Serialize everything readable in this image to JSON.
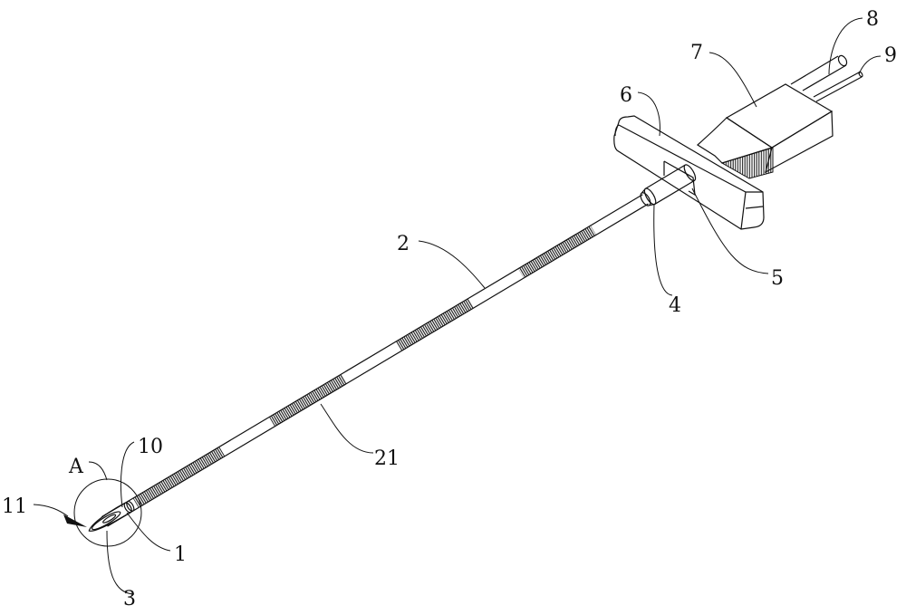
{
  "figure": {
    "title": "Needle device perspective view",
    "colors": {
      "ink": "#111111",
      "background": "#ffffff"
    },
    "labels": [
      {
        "id": "8",
        "text": "8"
      },
      {
        "id": "9",
        "text": "9"
      },
      {
        "id": "7",
        "text": "7"
      },
      {
        "id": "6",
        "text": "6"
      },
      {
        "id": "5",
        "text": "5"
      },
      {
        "id": "4",
        "text": "4"
      },
      {
        "id": "2",
        "text": "2"
      },
      {
        "id": "21",
        "text": "21"
      },
      {
        "id": "10",
        "text": "10"
      },
      {
        "id": "A",
        "text": "A"
      },
      {
        "id": "11",
        "text": "11"
      },
      {
        "id": "1",
        "text": "1"
      },
      {
        "id": "3",
        "text": "3"
      }
    ]
  }
}
